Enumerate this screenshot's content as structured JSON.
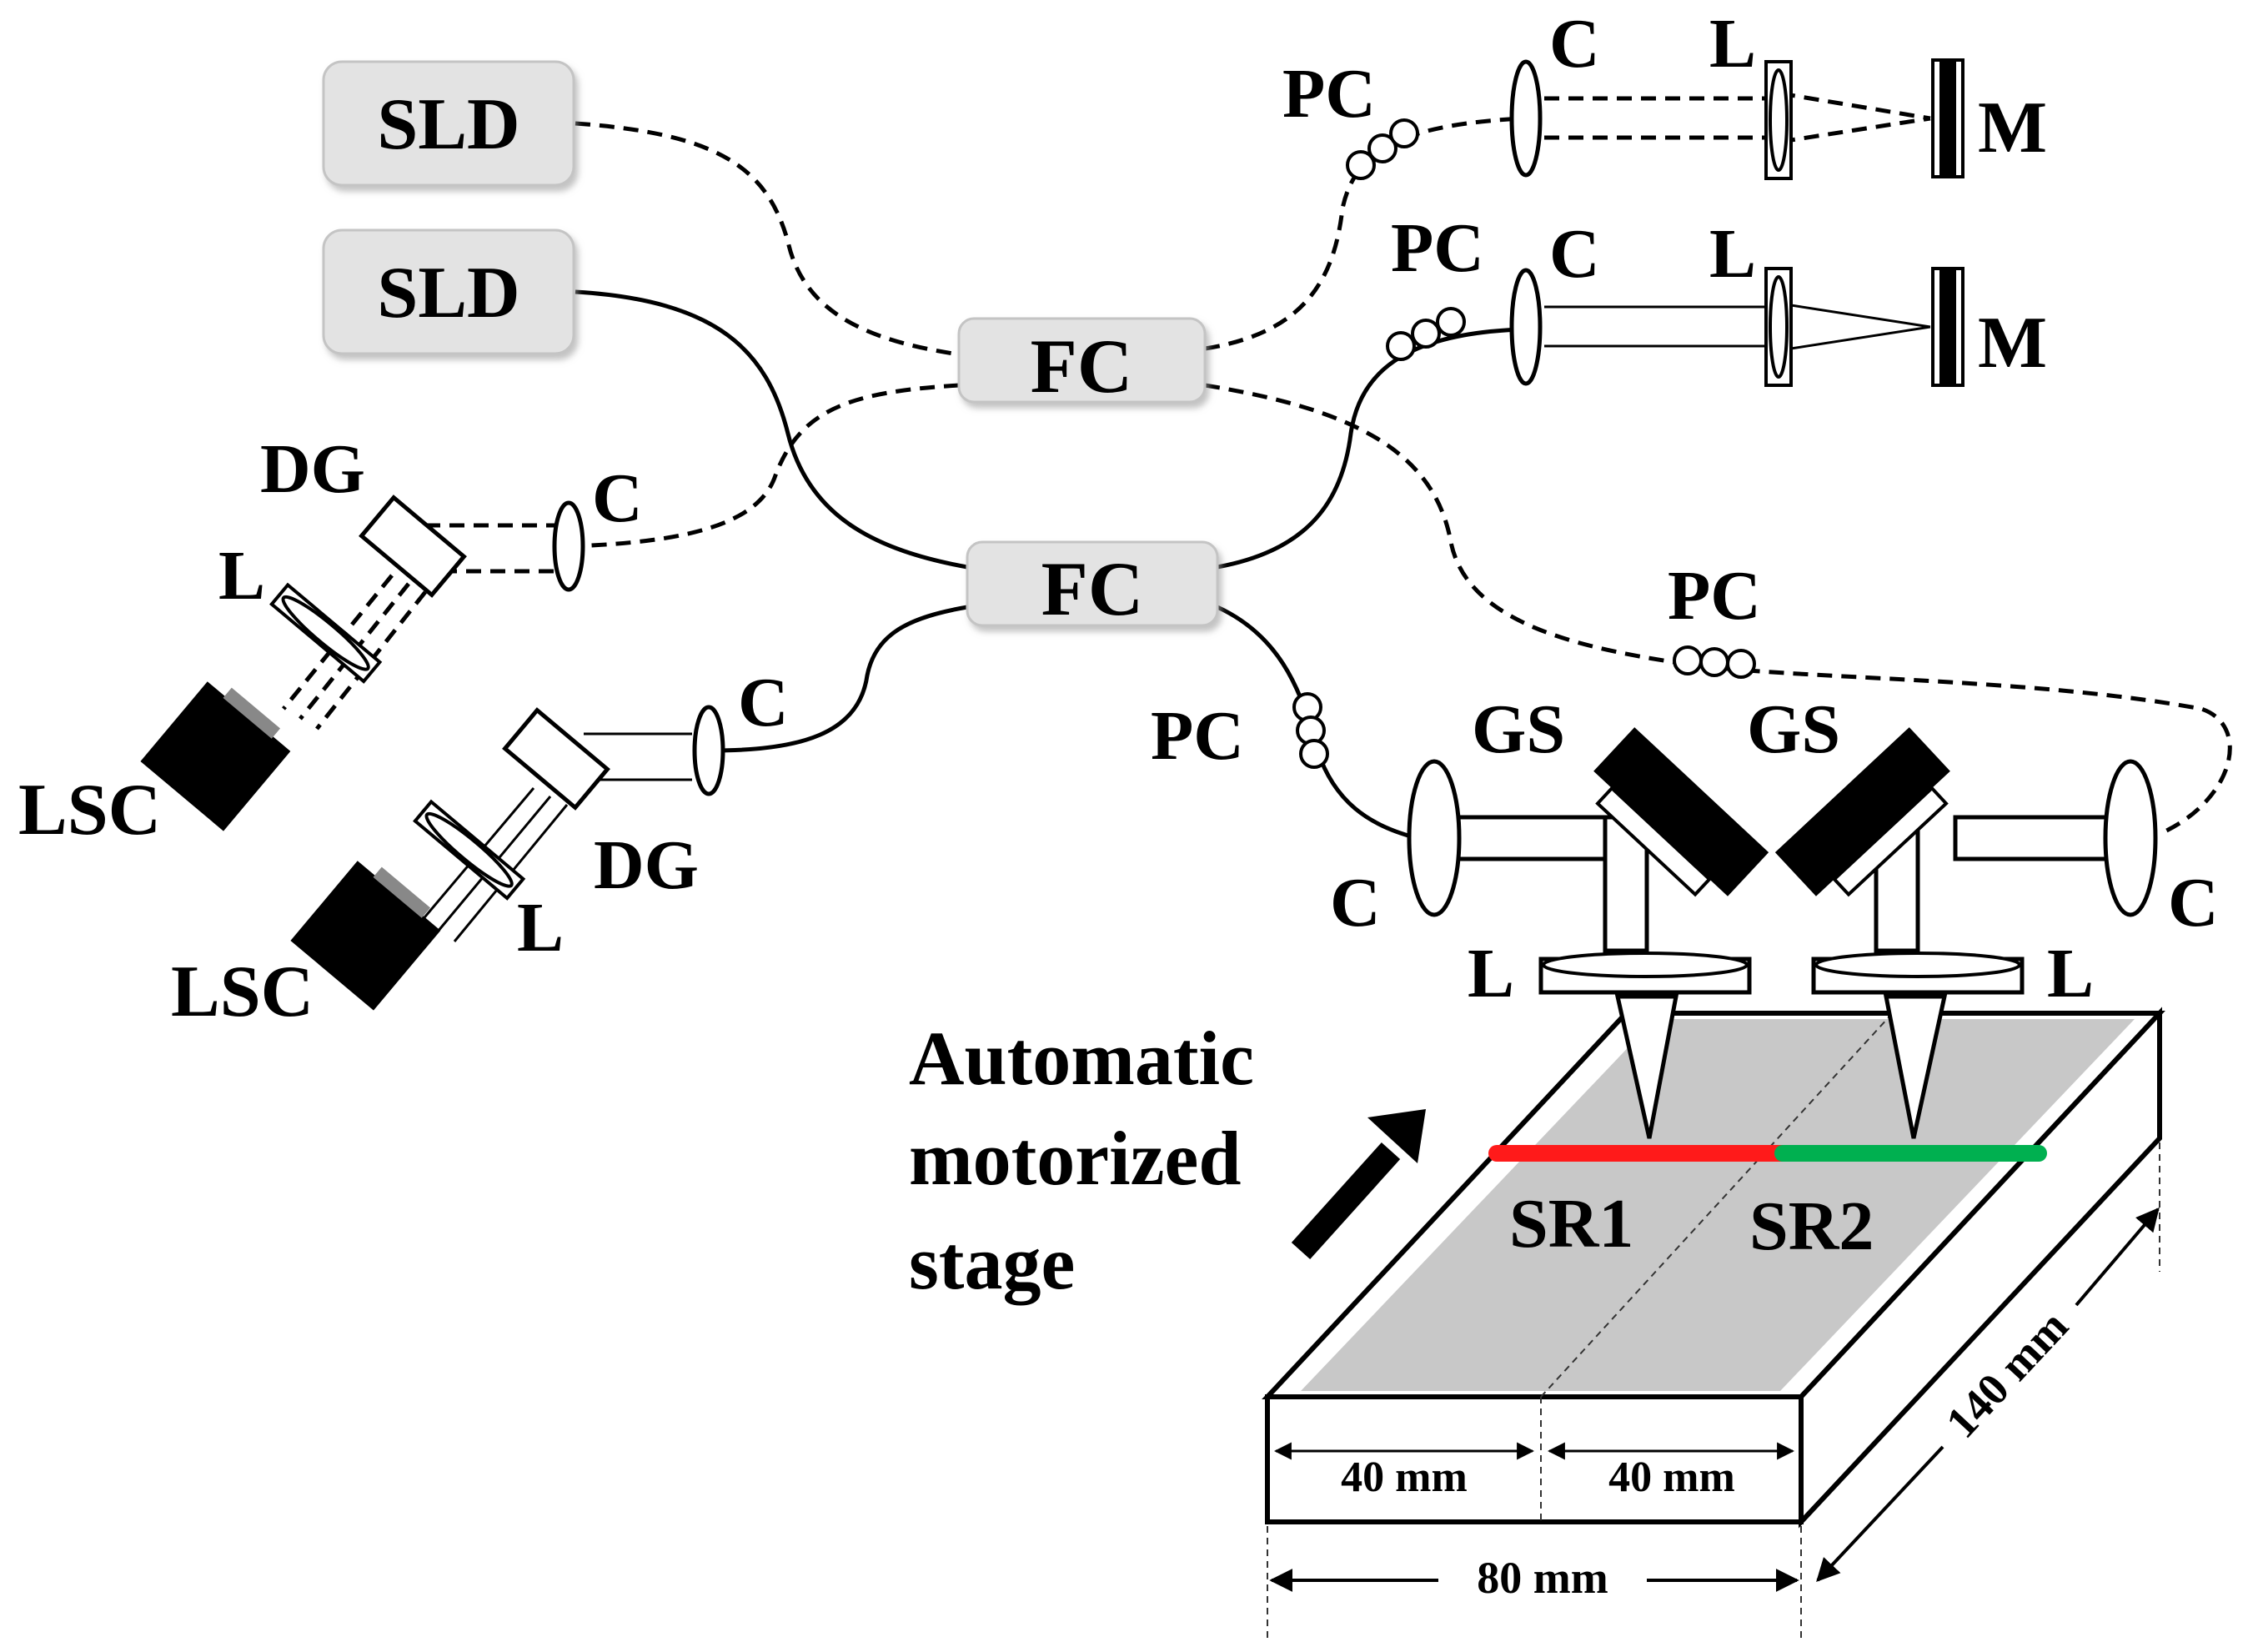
{
  "sources": [
    "SLD",
    "SLD"
  ],
  "couplers": [
    "FC",
    "FC"
  ],
  "components": {
    "polarization_controller": "PC",
    "collimator": "C",
    "lens": "L",
    "mirror": "M",
    "diffraction_grating": "DG",
    "line_scan_camera": "LSC",
    "galvo_scanner": "GS"
  },
  "stage": {
    "label_lines": [
      "Automatic",
      "motorized",
      "stage"
    ],
    "regions": [
      {
        "label": "SR1",
        "color": "#ff1a1a"
      },
      {
        "label": "SR2",
        "color": "#00b050"
      }
    ],
    "dim_left": "40 mm",
    "dim_right": "40 mm",
    "dim_width": "80 mm",
    "dim_depth": "140 mm",
    "surface_color": "#c8c8c8"
  }
}
